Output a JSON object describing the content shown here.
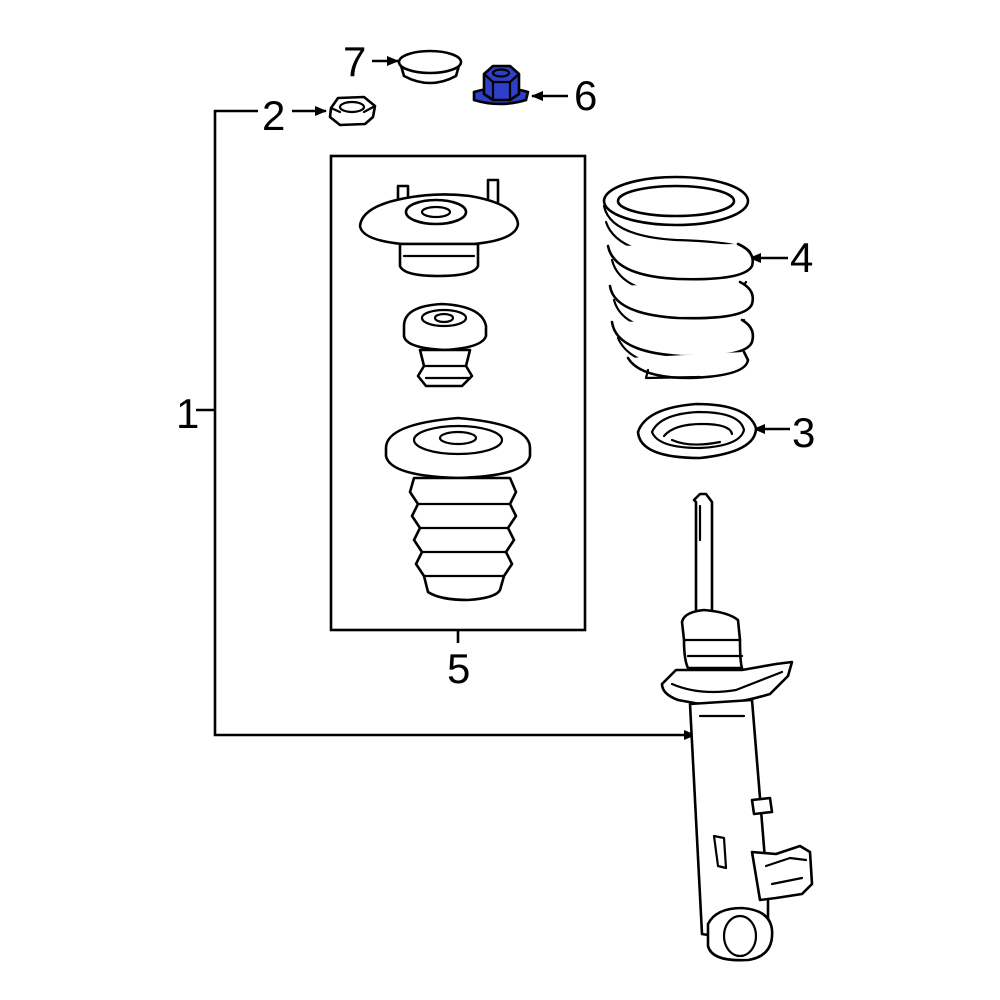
{
  "diagram": {
    "highlight_color": "#2f3fc8",
    "highlighted_part": "6",
    "callouts": [
      {
        "id": "c1",
        "label": "1"
      },
      {
        "id": "c2",
        "label": "2"
      },
      {
        "id": "c3",
        "label": "3"
      },
      {
        "id": "c4",
        "label": "4"
      },
      {
        "id": "c5",
        "label": "5"
      },
      {
        "id": "c6",
        "label": "6"
      },
      {
        "id": "c7",
        "label": "7"
      }
    ]
  }
}
